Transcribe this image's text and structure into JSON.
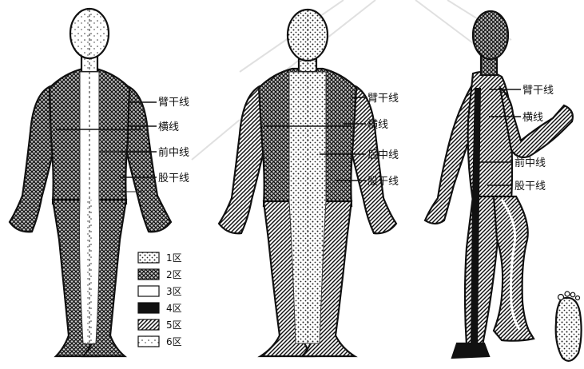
{
  "figure": {
    "front_labels": [
      "臂干线",
      "横线",
      "前中线",
      "股干线"
    ],
    "back_labels": [
      "臂干线",
      "横线",
      "后中线",
      "股干线"
    ],
    "side_labels": [
      "臂干线",
      "横线",
      "前中线",
      "股干线"
    ],
    "legend": [
      {
        "label": "1区",
        "pattern": "dots"
      },
      {
        "label": "2区",
        "pattern": "crosshatch"
      },
      {
        "label": "3区",
        "pattern": "blank"
      },
      {
        "label": "4区",
        "pattern": "solid-black"
      },
      {
        "label": "5区",
        "pattern": "diagonal-lines"
      },
      {
        "label": "6区",
        "pattern": "sparse-dots"
      }
    ]
  }
}
